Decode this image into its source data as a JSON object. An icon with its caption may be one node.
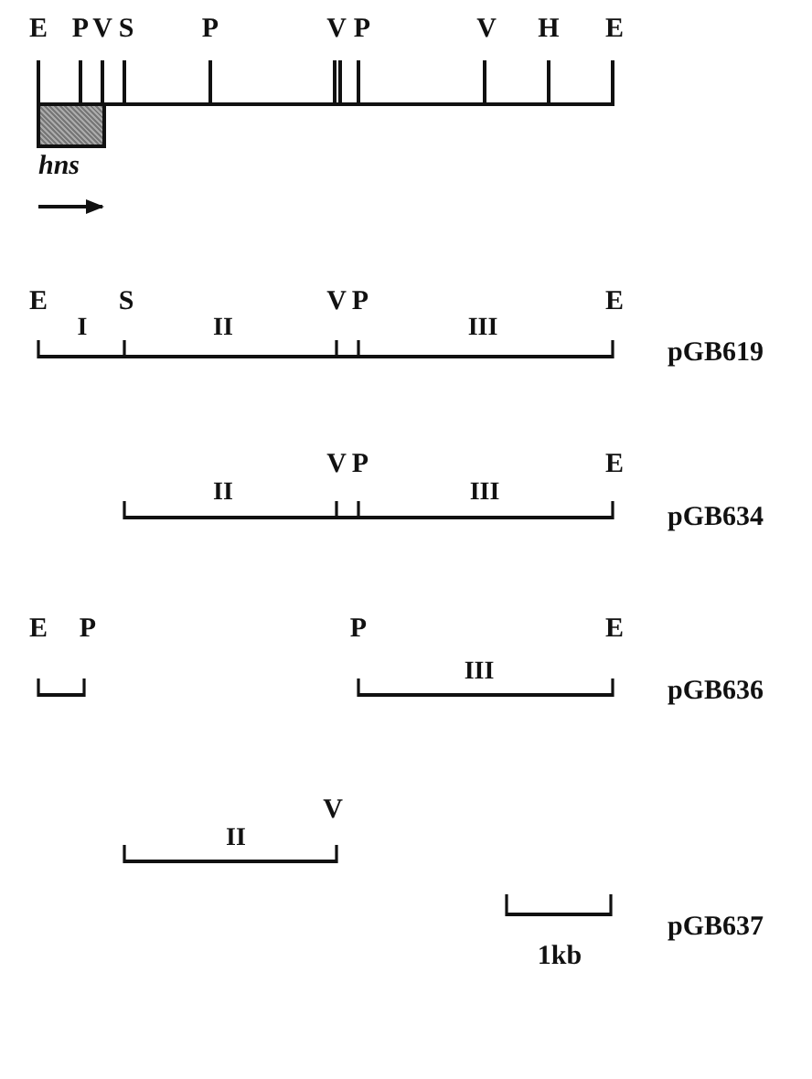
{
  "diagram": {
    "nodes": [
      {
        "text": [
          "hns"
        ]
      }
    ],
    "labels": [
      "E",
      "P",
      "V",
      "S",
      "P",
      "V",
      "P",
      "V",
      "H",
      "E",
      "E",
      "S",
      "V",
      "P",
      "E",
      "I",
      "II",
      "III",
      "pGB619",
      "V",
      "P",
      "E",
      "II",
      "III",
      "pGB634",
      "E",
      "P",
      "P",
      "E",
      "III",
      "pGB636",
      "V",
      "II",
      "pGB637",
      "1kb"
    ]
  }
}
